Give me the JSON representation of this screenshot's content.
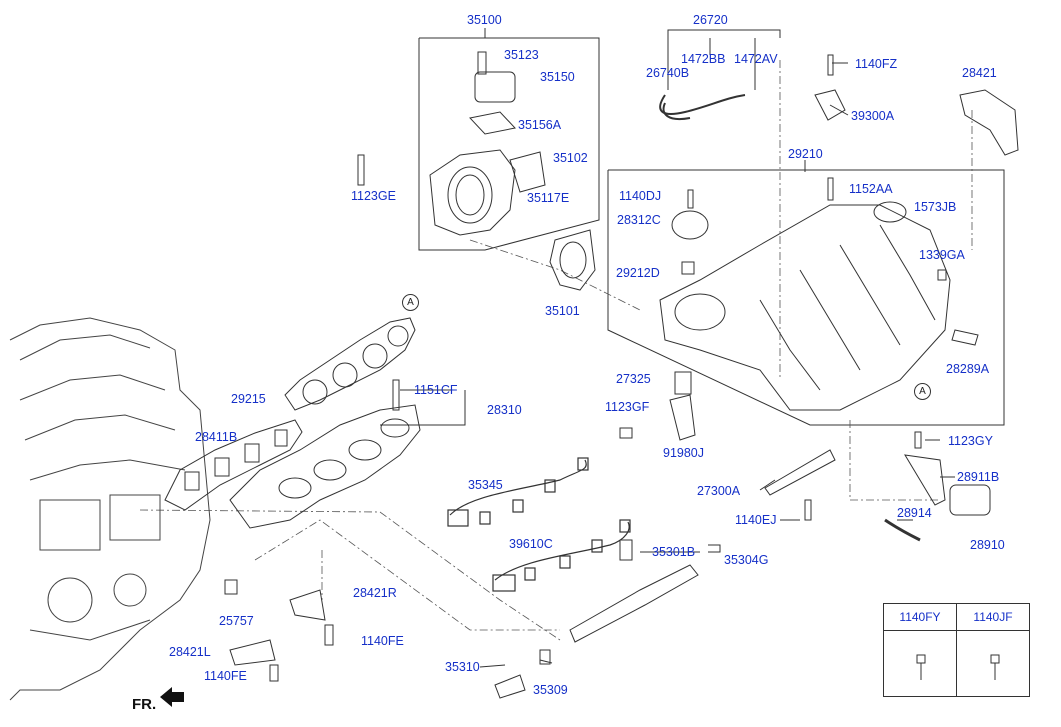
{
  "diagram": {
    "callouts": {
      "p35100": "35100",
      "p35123": "35123",
      "p35150": "35150",
      "p35156A": "35156A",
      "p35102": "35102",
      "p35117E": "35117E",
      "p1123GE": "1123GE",
      "p35101": "35101",
      "p26720": "26720",
      "p1472BB": "1472BB",
      "p1472AV": "1472AV",
      "p26740B": "26740B",
      "p1140FZ": "1140FZ",
      "p39300A": "39300A",
      "p28421": "28421",
      "p29210": "29210",
      "p1140DJ": "1140DJ",
      "p28312C": "28312C",
      "p1152AA": "1152AA",
      "p1573JB": "1573JB",
      "p1339GA": "1339GA",
      "p29212D": "29212D",
      "p28289A": "28289A",
      "p27325": "27325",
      "p1123GF": "1123GF",
      "p91980J": "91980J",
      "p1123GY": "1123GY",
      "p28911B": "28911B",
      "p27300A": "27300A",
      "p1140EJ": "1140EJ",
      "p28914": "28914",
      "p28910": "28910",
      "p29215": "29215",
      "p1151CF": "1151CF",
      "p28310": "28310",
      "p28411B": "28411B",
      "p35345": "35345",
      "p39610C": "39610C",
      "p35301B": "35301B",
      "p35304G": "35304G",
      "p25757": "25757",
      "p28421R": "28421R",
      "p1140FE_a": "1140FE",
      "p28421L": "28421L",
      "p1140FE_b": "1140FE",
      "p35310": "35310",
      "p35309": "35309"
    },
    "ref_marker_top": "A",
    "ref_marker_bottom": "A",
    "direction_label": "FR.",
    "table": {
      "col1": "1140FY",
      "col2": "1140JF"
    },
    "colors": {
      "label": "#1530c8",
      "line": "#333333"
    }
  }
}
